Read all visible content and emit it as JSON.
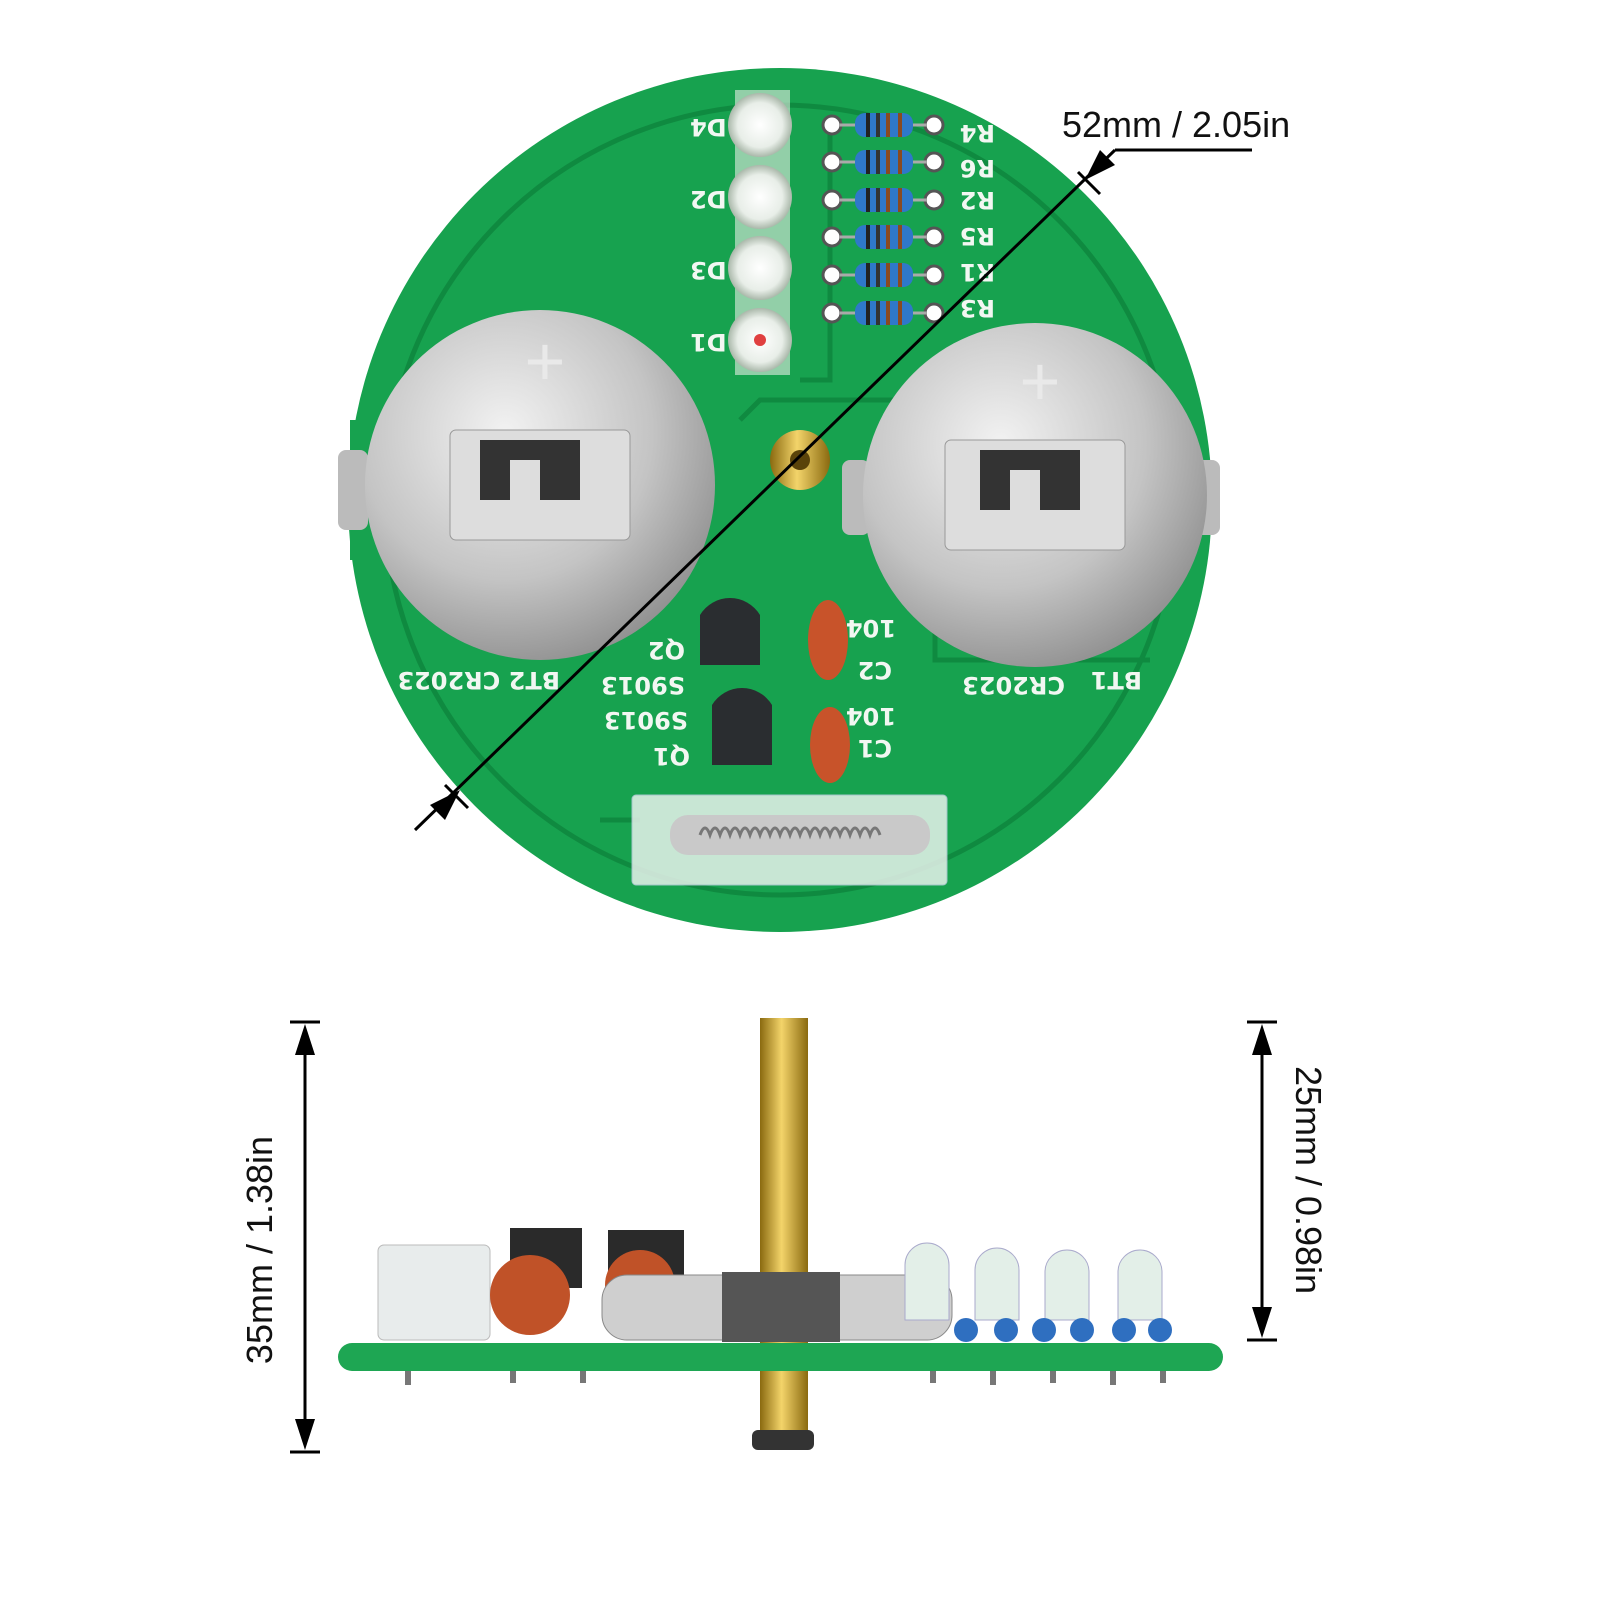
{
  "dimensions": {
    "diameter": "52mm / 2.05in",
    "total_height": "35mm / 1.38in",
    "component_height": "25mm / 0.98in"
  },
  "silkscreen": {
    "leds": [
      "D4",
      "D2",
      "D3",
      "D1"
    ],
    "resistors": [
      "R4",
      "R6",
      "R2",
      "R5",
      "R1",
      "R3"
    ],
    "battery_left": "BT2 CR2023",
    "battery_right_type": "CR2023",
    "battery_right_ref": "BT1",
    "transistor_q2": "Q2",
    "transistor_q1": "Q1",
    "transistor_type_1": "S9013",
    "transistor_type_2": "S9013",
    "cap_c1": "C1",
    "cap_c2": "C2",
    "cap_value_1": "104",
    "cap_value_2": "104",
    "battery_plus_1": "+",
    "battery_plus_2": "+"
  },
  "colors": {
    "pcb": "#17a24f",
    "pcb_dark": "#0f8a40",
    "metal": "#c9c9c9",
    "brass": "#c9a227"
  }
}
